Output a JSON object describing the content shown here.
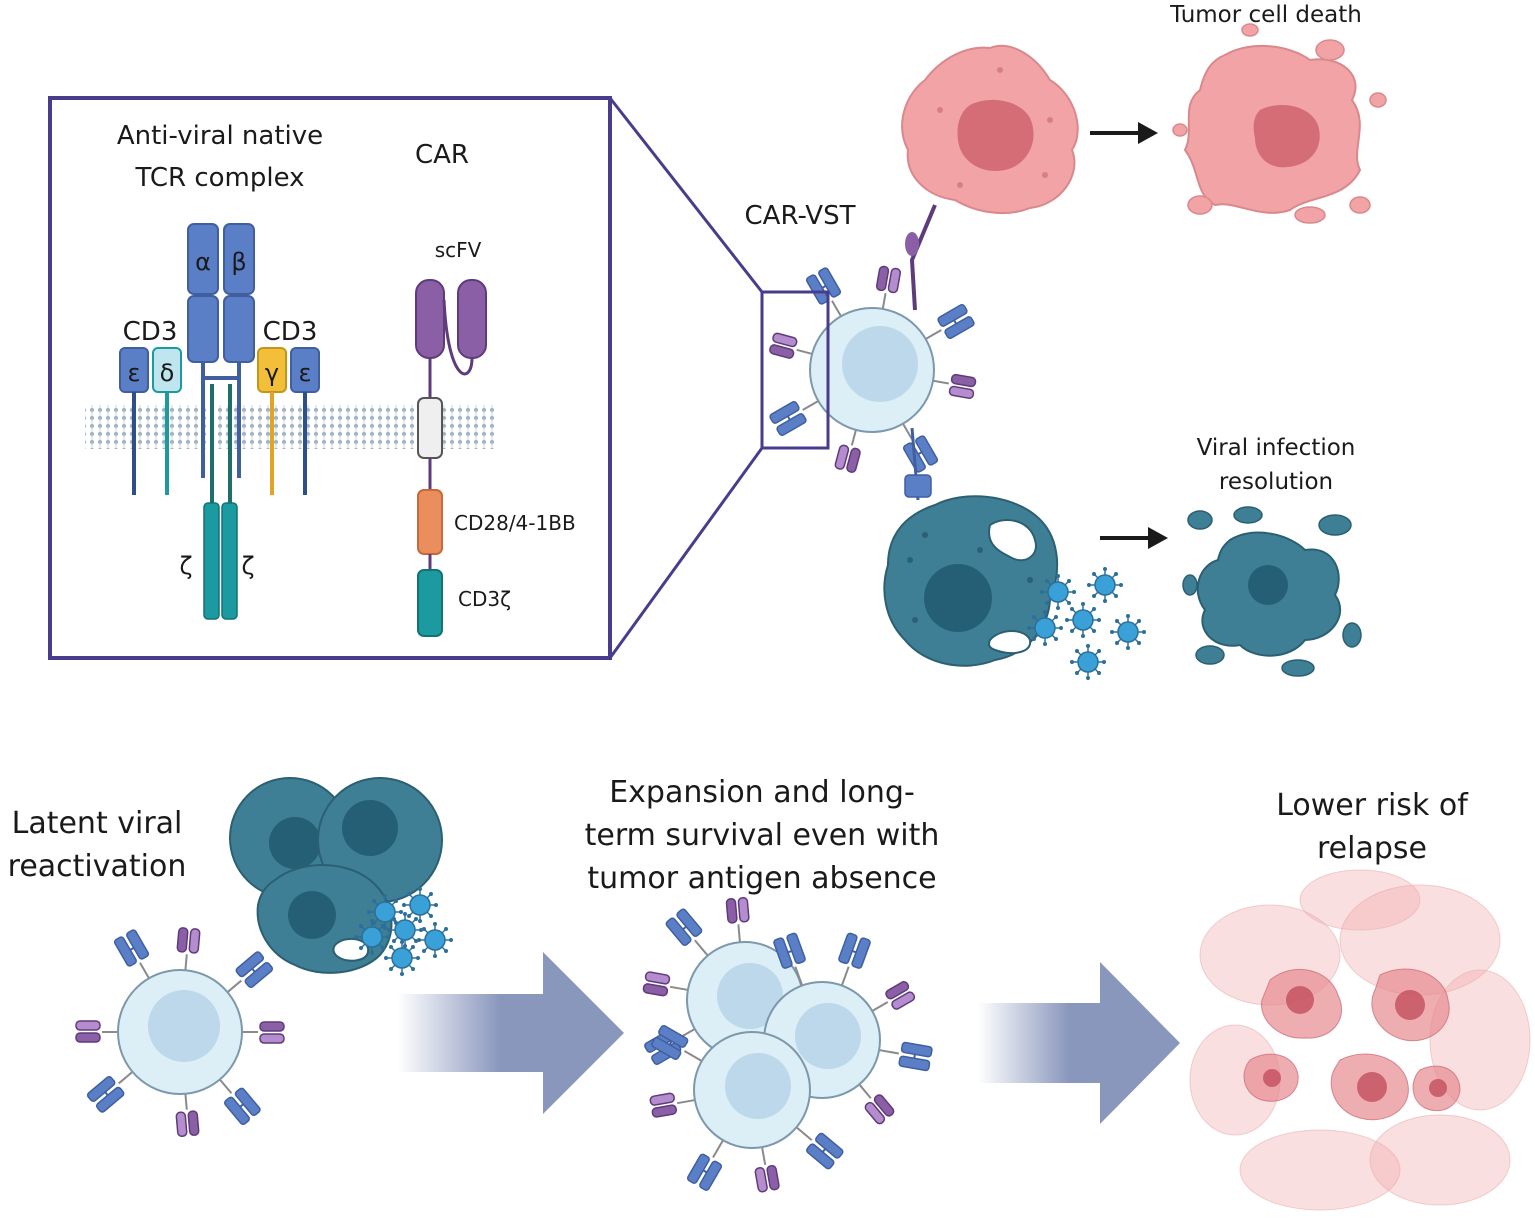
{
  "inset": {
    "tcr_title_line1": "Anti-viral native",
    "tcr_title_line2": "TCR complex",
    "car_title": "CAR",
    "alpha": "α",
    "beta": "β",
    "cd3_left": "CD3",
    "cd3_right": "CD3",
    "epsilon_left": "ε",
    "delta": "δ",
    "gamma": "γ",
    "epsilon_right": "ε",
    "zeta_left": "ζ",
    "zeta_right": "ζ",
    "scfv": "scFV",
    "costim": "CD28/4-1BB",
    "cd3zeta": "CD3ζ"
  },
  "top_right": {
    "car_vst": "CAR-VST",
    "tumor_death": "Tumor cell death",
    "viral_line1": "Viral infection",
    "viral_line2": "resolution"
  },
  "bottom": {
    "latent_line1": "Latent viral",
    "latent_line2": "reactivation",
    "expansion_line1": "Expansion and long-",
    "expansion_line2": "term survival even with",
    "expansion_line3": "tumor antigen absence",
    "relapse_line1": "Lower risk of",
    "relapse_line2": "relapse"
  },
  "colors": {
    "inset_border": "#4a3c8c",
    "tcell_fill": "#dceef6",
    "tcell_nucleus": "#bcd8ea",
    "tcr_blue": "#5b7fc6",
    "car_purple": "#8a5fa6",
    "tumor_pink": "#f2a3a5",
    "tumor_nucleus": "#d46d76",
    "infected_teal": "#3f7f96",
    "virus_blue": "#3aa0d8",
    "arrow_fill": "#8a97bd",
    "gamma_yellow": "#f2bf3a",
    "teal_chain": "#1b9aa0",
    "costim_orange": "#e98e5c"
  }
}
